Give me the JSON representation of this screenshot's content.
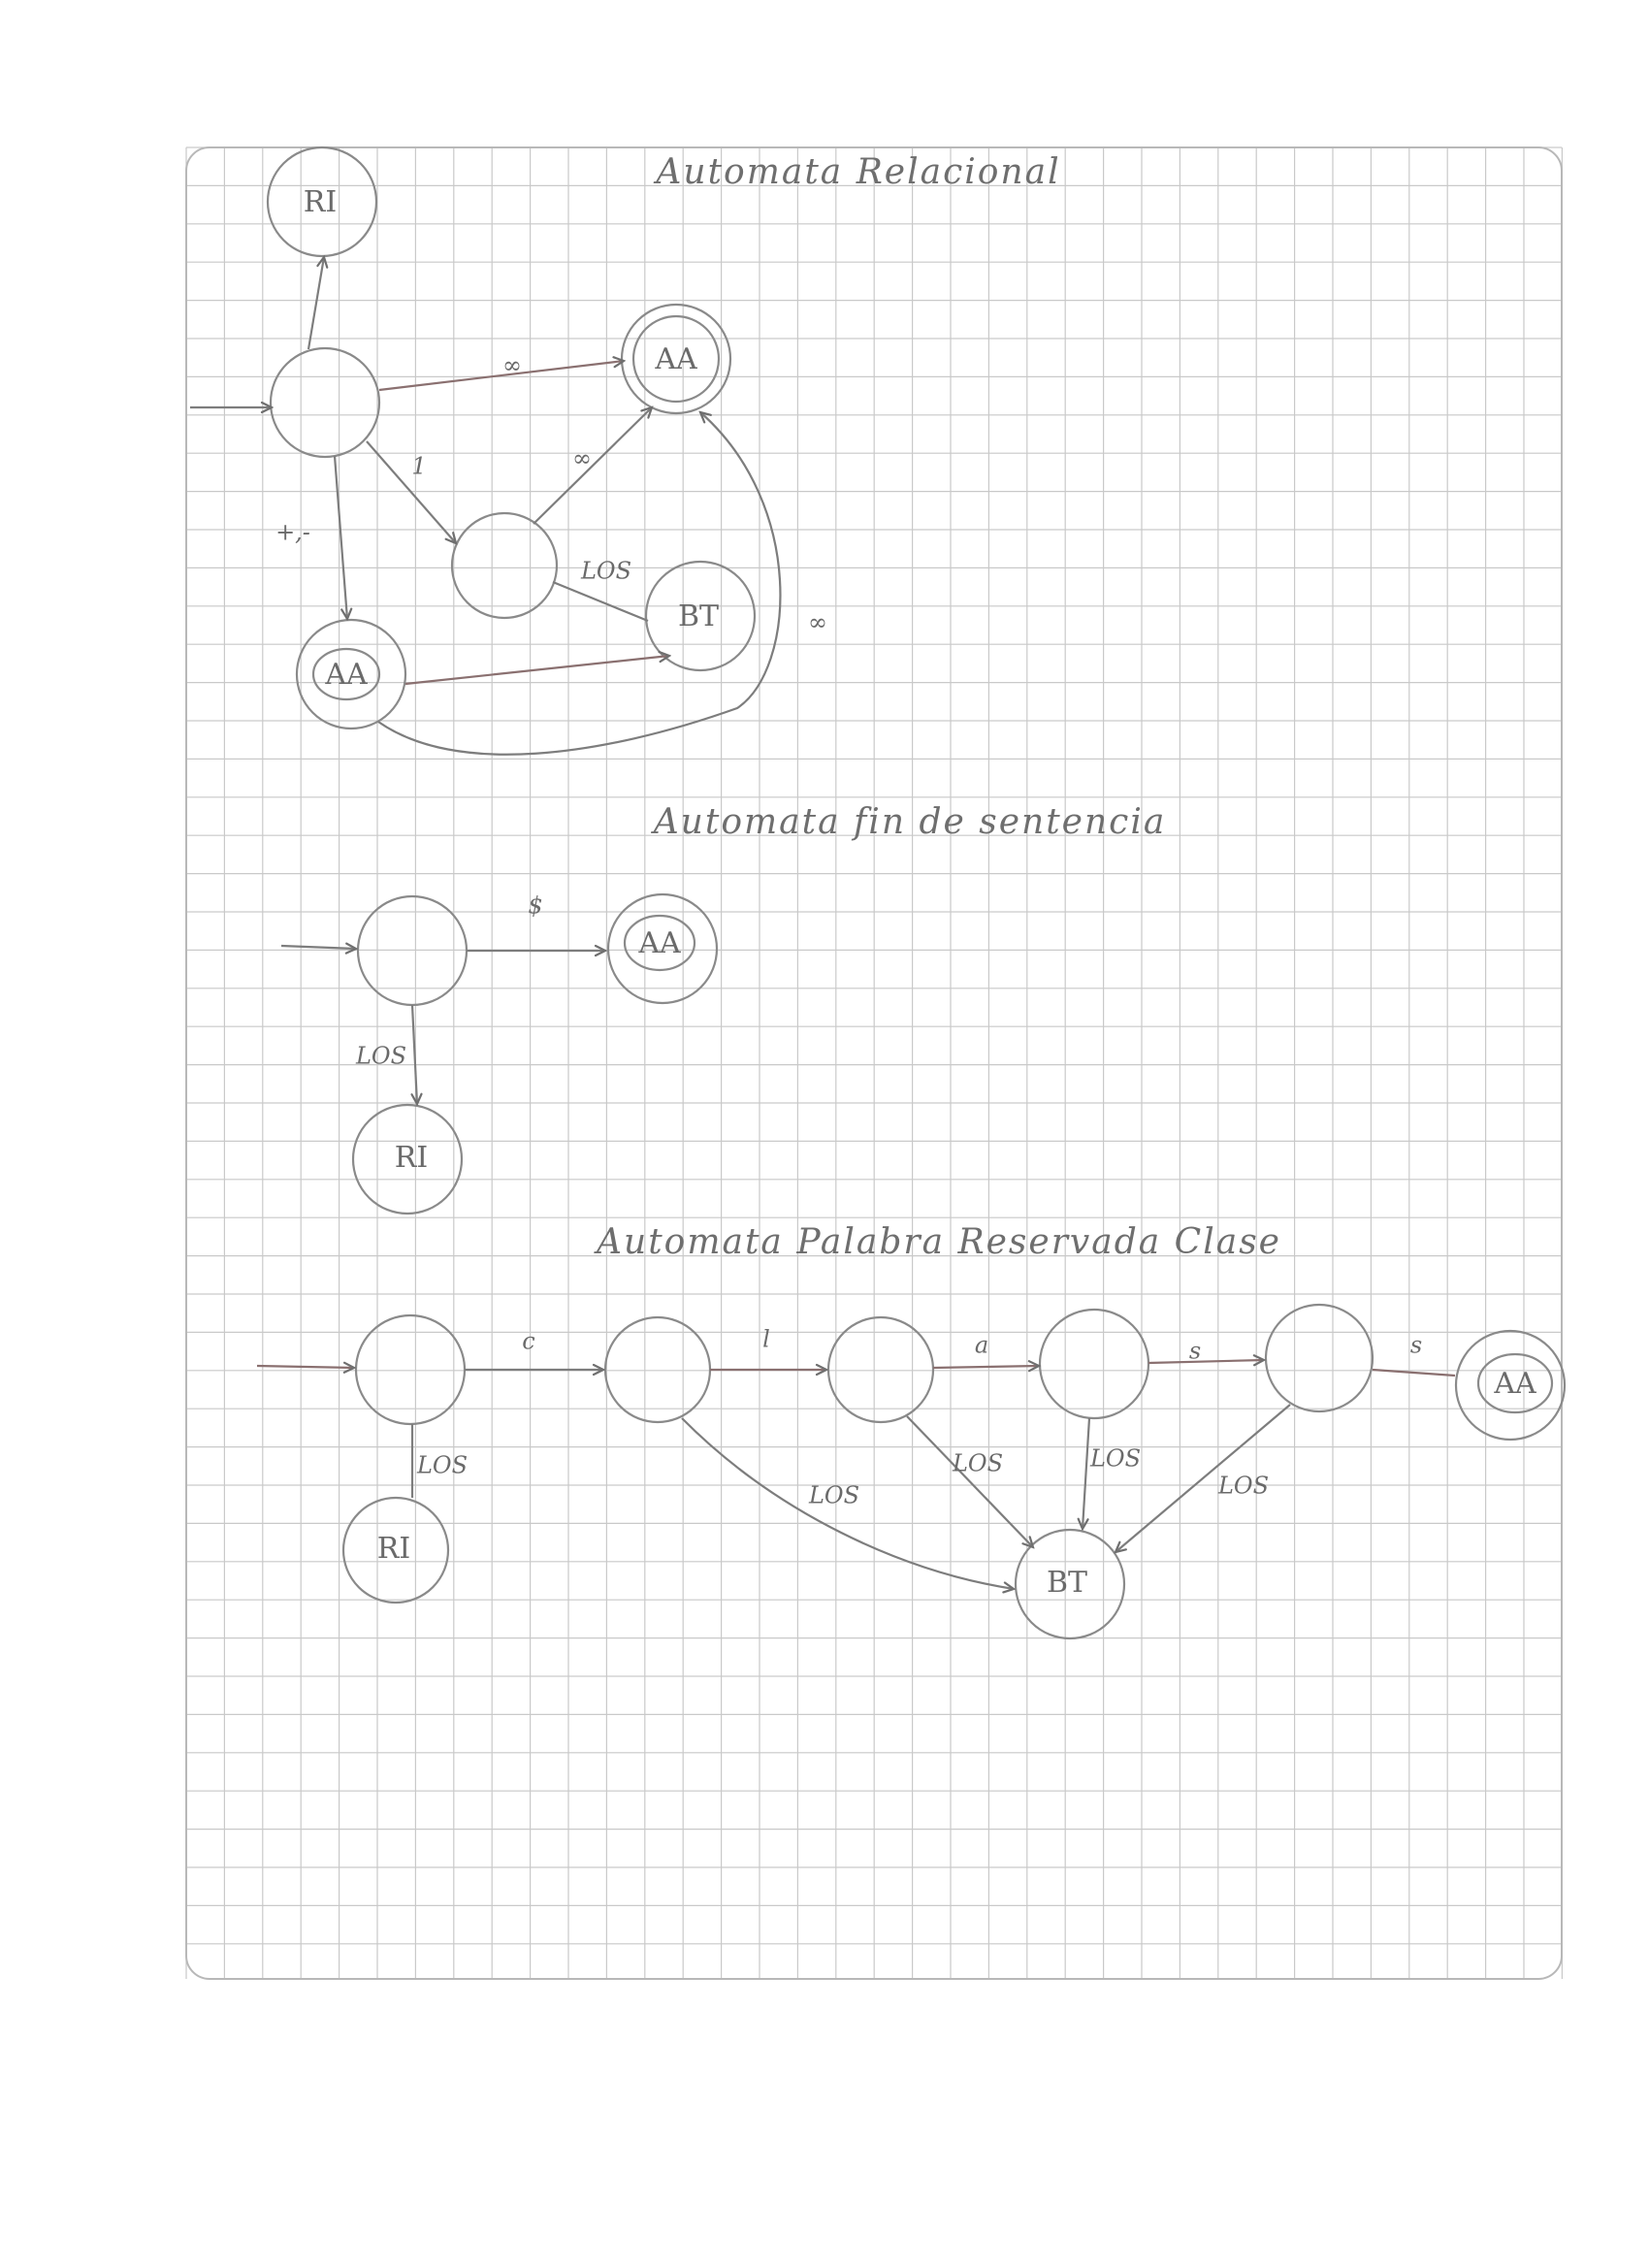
{
  "titles": {
    "relational": "Automata Relacional",
    "end_of_sentence": "Automata fin de sentencia",
    "reserved_word": "Automata Palabra Reservada Clase"
  },
  "relational": {
    "state_ri": "RI",
    "state_aa_top": "AA",
    "state_aa_mid": "AA",
    "state_bt": "BT",
    "edge_infinity_1": "∞",
    "edge_one": "1",
    "edge_infinity_2": "∞",
    "edge_plus_minus": "+,-",
    "edge_los": "LOS",
    "edge_infinity_3": "∞"
  },
  "end_of_sentence": {
    "state_aa": "AA",
    "state_ri": "RI",
    "edge_dollar": "$",
    "edge_los": "LOS"
  },
  "reserved_word": {
    "state_ri": "RI",
    "state_bt": "BT",
    "state_aa": "AA",
    "edge_c": "c",
    "edge_l": "l",
    "edge_a": "a",
    "edge_s1": "s",
    "edge_s2": "s",
    "edge_los_start": "LOS",
    "edge_los_1": "LOS",
    "edge_los_2": "LOS",
    "edge_los_3": "LOS",
    "edge_los_4": "LOS"
  }
}
